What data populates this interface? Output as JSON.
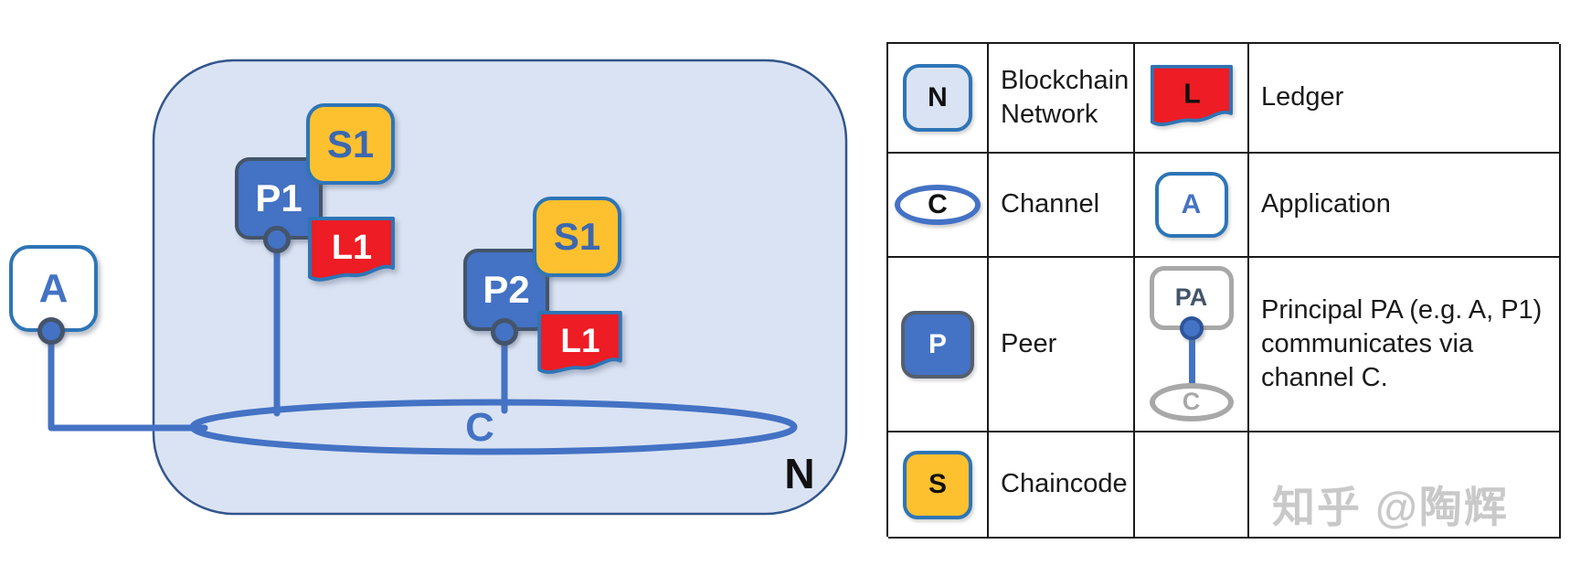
{
  "diagram": {
    "network_label": "N",
    "channel_label": "C",
    "application": {
      "label": "A"
    },
    "peers": [
      {
        "label": "P1",
        "chaincode": "S1",
        "ledger": "L1"
      },
      {
        "label": "P2",
        "chaincode": "S1",
        "ledger": "L1"
      }
    ]
  },
  "legend": {
    "rows": [
      {
        "icon1": "N",
        "desc1": "Blockchain Network",
        "icon2": "L",
        "desc2": "Ledger"
      },
      {
        "icon1": "C",
        "desc1": "Channel",
        "icon2": "A",
        "desc2": "Application"
      },
      {
        "icon1": "P",
        "desc1": "Peer",
        "icon2_square": "PA",
        "icon2_channel": "C",
        "desc2_lines": [
          "Principal PA (e.g. A, P1)",
          "communicates via",
          "channel C."
        ]
      },
      {
        "icon1": "S",
        "desc1": "Chaincode",
        "icon2": "",
        "desc2": ""
      }
    ]
  },
  "watermark": "知乎 @陶辉",
  "colors": {
    "blue": "#4472c4",
    "steel_border": "#2e75b6",
    "dark_border": "#44546a",
    "yellow": "#fdc12f",
    "red": "#ee1c24",
    "network_fill": "#dae3f3",
    "gray_icon": "#a8a8a8",
    "watermark_gray": "#c9c9c9"
  }
}
